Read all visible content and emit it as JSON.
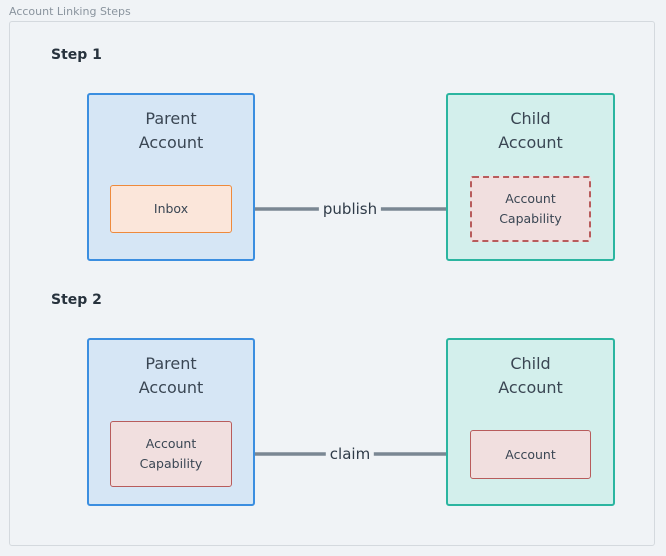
{
  "title": "Account Linking Steps",
  "steps": [
    {
      "label": "Step 1",
      "parent": {
        "label": "Parent Account",
        "inner": "Inbox"
      },
      "child": {
        "label": "Child Account",
        "inner": "Account Capability"
      },
      "edge": {
        "label": "publish",
        "direction": "child-to-parent"
      }
    },
    {
      "label": "Step 2",
      "parent": {
        "label": "Parent Account",
        "inner": "Account Capability"
      },
      "child": {
        "label": "Child Account",
        "inner": "Account"
      },
      "edge": {
        "label": "claim",
        "direction": "parent-to-child"
      }
    }
  ],
  "colors": {
    "parent_fill": "#d6e6f5",
    "parent_border": "#3b8ee0",
    "child_fill": "#d3efec",
    "child_border": "#2bb5a0",
    "inbox_border": "#ee8a3c",
    "capability_border": "#b85c5c",
    "arrow": "#7a8793"
  }
}
